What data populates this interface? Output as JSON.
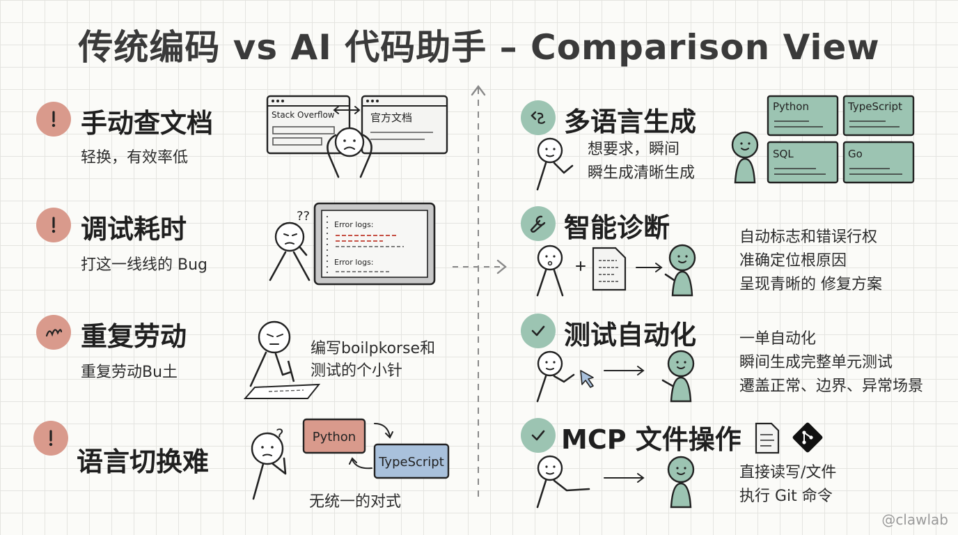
{
  "title": "传统编码 vs AI 代码助手 – Comparison View",
  "watermark": "@clawlab",
  "colors": {
    "pain": "#d99a8c",
    "solution": "#9cc4b2",
    "python_tag": "#d99a8c",
    "ts_tag": "#a9c1dc"
  },
  "traditional": [
    {
      "heading": "手动查文档",
      "sub": "轻换，有效率低",
      "icon": "exclamation-icon",
      "windows": [
        "Stack Overflow",
        "官方文档"
      ]
    },
    {
      "heading": "调试耗时",
      "sub": "打这一线线的 Bug",
      "icon": "exclamation-icon",
      "question": "??",
      "log_labels": [
        "Error logs:",
        "Error logs:"
      ]
    },
    {
      "heading": "重复劳动",
      "sub": "重复劳动Bu土",
      "icon": "scribble-icon",
      "note": [
        "编写boilpkorse和",
        "测试的个小针"
      ]
    },
    {
      "heading": "语言切换难",
      "sub": "",
      "icon": "exclamation-icon",
      "question": "?",
      "tags": [
        "Python",
        "TypeScript"
      ],
      "caption": "无统一的对式"
    }
  ],
  "ai": [
    {
      "heading": "多语言生成",
      "icon": "code-brackets-icon",
      "desc": [
        "想要求，瞬间",
        "瞬生成清晰生成"
      ],
      "cards": [
        "Python",
        "TypeScript",
        "SQL",
        "Go"
      ]
    },
    {
      "heading": "智能诊断",
      "icon": "wrench-icon",
      "desc": [
        "自动标志和错误行权",
        "准确定位根原因",
        "呈现青晰的 修复方案"
      ]
    },
    {
      "heading": "测试自动化",
      "icon": "check-icon",
      "desc": [
        "一单自动化",
        "瞬间生成完整单元测试",
        "遷盖正常、边界、异常场景"
      ]
    },
    {
      "heading": "MCP 文件操作",
      "icon": "check-icon",
      "desc": [
        "直接读写/文件",
        "执行 Git 命令"
      ]
    }
  ]
}
